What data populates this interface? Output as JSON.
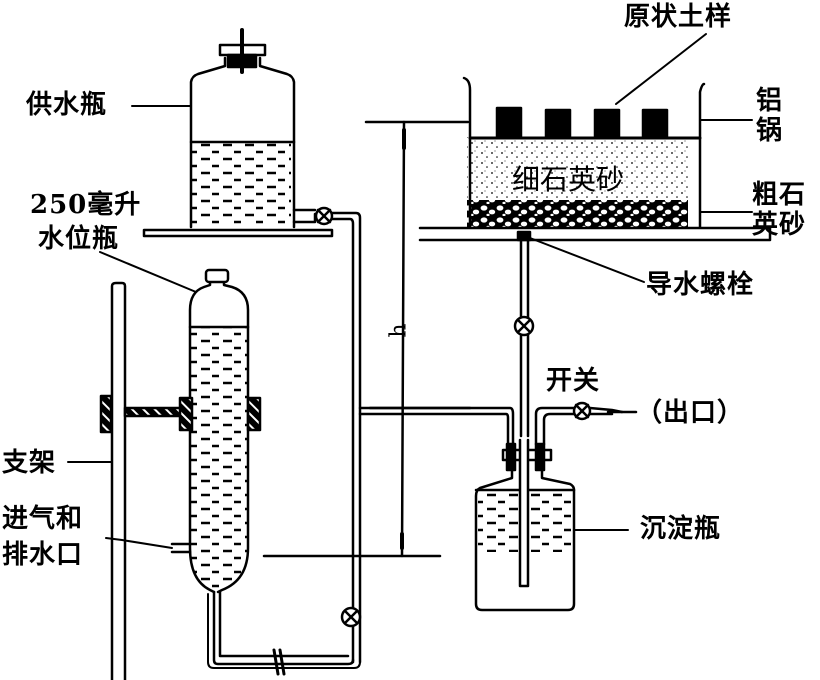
{
  "diagram": {
    "type": "apparatus-schematic",
    "labels": {
      "supply_bottle": "供水瓶",
      "water_level_bottle_volume": "250毫升",
      "water_level_bottle": "水位瓶",
      "stand": "支架",
      "air_inlet_drain_line1": "进气和",
      "air_inlet_drain_line2": "排水口",
      "undisturbed_soil_sample": "原状土样",
      "aluminum_pot": "铝锅",
      "fine_quartz_sand": "细石英砂",
      "coarse_quartz_sand": "粗石英砂",
      "drain_bolt": "导水螺栓",
      "switch": "开关",
      "outlet": "（出口）",
      "settling_bottle": "沉淀瓶",
      "head_height": "h"
    },
    "components": [
      {
        "id": "supply-bottle",
        "name": "供水瓶"
      },
      {
        "id": "water-level-bottle",
        "name": "水位瓶",
        "volume": "250毫升"
      },
      {
        "id": "stand",
        "name": "支架"
      },
      {
        "id": "aluminum-pot",
        "name": "铝锅"
      },
      {
        "id": "soil-samples",
        "name": "原状土样",
        "count": 4
      },
      {
        "id": "fine-sand-layer",
        "name": "细石英砂"
      },
      {
        "id": "coarse-sand-layer",
        "name": "粗石英砂"
      },
      {
        "id": "drain-bolt",
        "name": "导水螺栓"
      },
      {
        "id": "settling-bottle",
        "name": "沉淀瓶"
      },
      {
        "id": "outlet-valve",
        "name": "开关"
      }
    ],
    "valves_count": 4
  }
}
